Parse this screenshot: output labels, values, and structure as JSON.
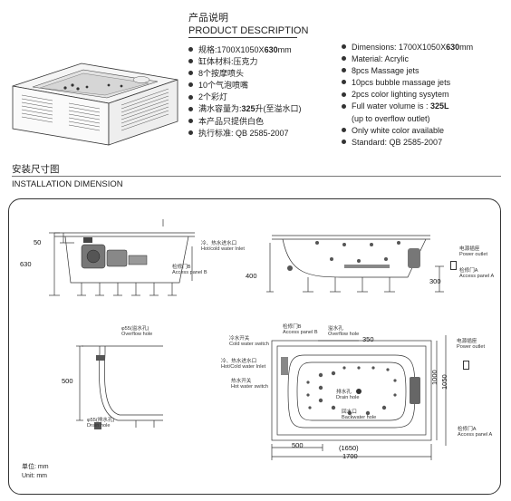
{
  "header": {
    "title_cn": "产品说明",
    "title_en": "PRODUCT DESCRIPTION"
  },
  "specs_cn": [
    {
      "label": "规格:1700X1050X",
      "bold": "630",
      "tail": "mm"
    },
    {
      "label": "缸体材料:压克力",
      "bold": "",
      "tail": ""
    },
    {
      "label": "8个按摩喷头",
      "bold": "",
      "tail": ""
    },
    {
      "label": "10个气泡喷嘴",
      "bold": "",
      "tail": ""
    },
    {
      "label": "2个彩灯",
      "bold": "",
      "tail": ""
    },
    {
      "label": "满水容量为:",
      "bold": "325",
      "tail": "升(至溢水口)"
    },
    {
      "label": "本产品只提供白色",
      "bold": "",
      "tail": ""
    },
    {
      "label": "执行标准: QB 2585-2007",
      "bold": "",
      "tail": ""
    }
  ],
  "specs_en": [
    {
      "label": "Dimensions: 1700X1050X",
      "bold": "630",
      "tail": "mm"
    },
    {
      "label": "Material: Acrylic",
      "bold": "",
      "tail": ""
    },
    {
      "label": "8pcs Massage jets",
      "bold": "",
      "tail": ""
    },
    {
      "label": "10pcs bubble massage jets",
      "bold": "",
      "tail": ""
    },
    {
      "label": "2pcs color lighting sysytem",
      "bold": "",
      "tail": ""
    },
    {
      "label": "Full water volume is : ",
      "bold": "325L",
      "tail": ""
    },
    {
      "label": "(up to overflow outlet)",
      "bold": "",
      "tail": "",
      "cont": true
    },
    {
      "label": "Only white color available",
      "bold": "",
      "tail": ""
    },
    {
      "label": "Standard: QB 2585-2007",
      "bold": "",
      "tail": ""
    }
  ],
  "install": {
    "title_cn": "安装尺寸图",
    "title_en": "INSTALLATION DIMENSION"
  },
  "labels": {
    "access_b_cn": "检修门B",
    "access_b_en": "Access panel B",
    "hotcold_inlet_cn": "冷、热水进水口",
    "hotcold_inlet_en": "Hot/cold water Inlet",
    "power_cn": "电源插座",
    "power_en": "Power outlet",
    "access_a_cn": "检修门A",
    "access_a_en": "Access panel A",
    "overflow_cn": "φ55(溢水孔)",
    "overflow_en": "Overflow hole",
    "drain_cn": "φ55(排水孔)",
    "drain_en": "Drain hole",
    "overflow2_cn": "溢水孔",
    "overflow2_en": "Overflow hole",
    "cold_switch_cn": "冷水开关",
    "cold_switch_en": "Cold water switch",
    "hotcold2_cn": "冷、热水进水口",
    "hotcold2_en": "Hot/Cold water Inlet",
    "hot_switch_cn": "热水开关",
    "hot_switch_en": "Hot water switch",
    "drain2_cn": "排水孔",
    "drain2_en": "Drain hole",
    "backwater_cn": "回水口",
    "backwater_en": "Backwater hole"
  },
  "dims": {
    "d50": "50",
    "d630": "630",
    "d400": "400",
    "d300": "300",
    "d500": "500",
    "d350": "350",
    "d1000": "1000",
    "d1050": "1050",
    "d500b": "500",
    "d1650": "(1650)",
    "d1700": "1700"
  },
  "units": {
    "cn": "单位:  mm",
    "en": "Unit: mm"
  }
}
